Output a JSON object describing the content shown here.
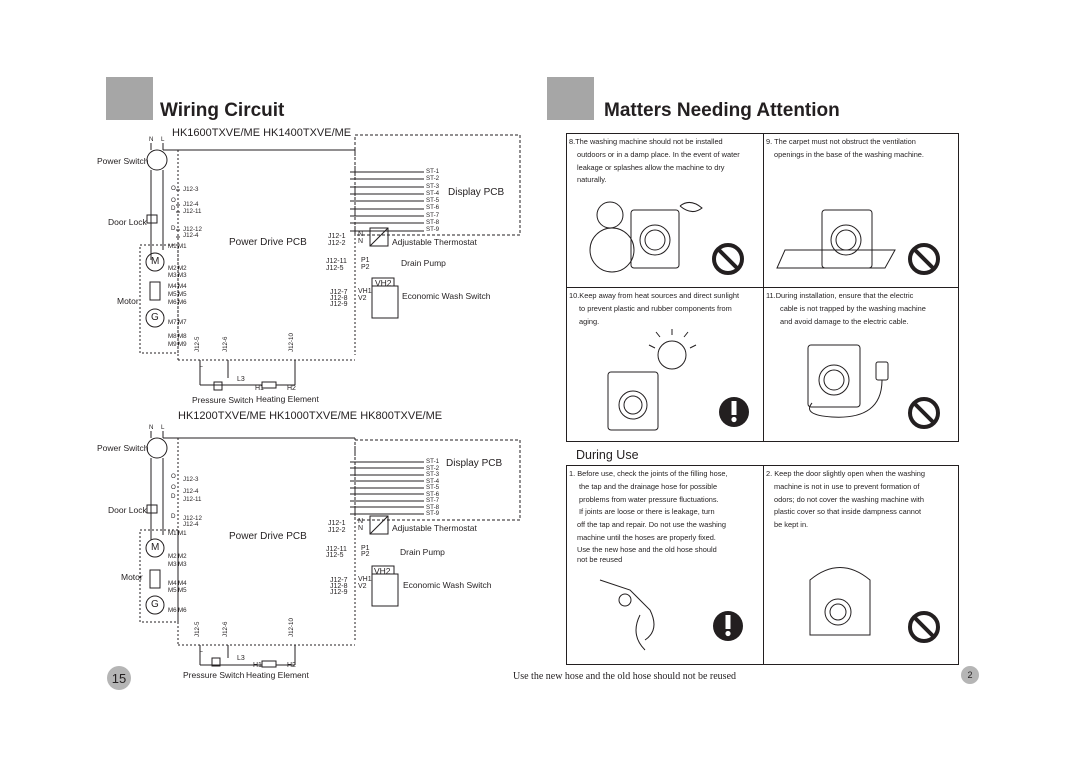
{
  "left": {
    "title": "Wiring Circuit",
    "page_number": "15",
    "diagram1": {
      "models": "HK1600TXVE/ME  HK1400TXVE/ME",
      "n": "N",
      "l": "L",
      "power_switch": "Power Switch",
      "door_lock": "Door Lock",
      "motor": "Motor",
      "m_letter": "M",
      "g_letter": "G",
      "pcb": "Power Drive PCB",
      "display_pcb": "Display PCB",
      "st_labels": [
        "ST-1",
        "ST-2",
        "ST-3",
        "ST-4",
        "ST-5",
        "ST-6",
        "ST-7",
        "ST-8",
        "ST-9"
      ],
      "j_left": [
        "J12-3",
        "J12-4",
        "J12-11",
        "J12-12",
        "J12-4"
      ],
      "o_labels": [
        "O",
        "O",
        "D",
        "D"
      ],
      "m_labels": [
        "M1",
        "M2",
        "M3",
        "M4",
        "M5",
        "M6",
        "M7",
        "M8",
        "M9"
      ],
      "m_right": [
        "M1",
        "M2",
        "M3",
        "M4",
        "M5",
        "M6",
        "M7",
        "M8",
        "M9"
      ],
      "thermo_j": [
        "J12-1",
        "J12-2"
      ],
      "thermo_n": [
        "N",
        "N"
      ],
      "adj_thermo": "Adjustable Thermostat",
      "pump_j": [
        "J12-11",
        "J12-5"
      ],
      "pump_p": [
        "P1",
        "P2"
      ],
      "drain_pump": "Drain Pump",
      "vh2": "VH2",
      "wash_j": [
        "J12-7",
        "J12-8",
        "J12-9"
      ],
      "wash_v": [
        "VH1",
        "V2"
      ],
      "econ": "Economic Wash Switch",
      "bottom_j": [
        "J12-5",
        "J12-6",
        "J12-10"
      ],
      "l1": "L",
      "l3": "L3",
      "h1": "H1",
      "h2": "H2",
      "pressure": "Pressure Switch",
      "heating": "Heating Element"
    },
    "diagram2": {
      "models": "HK1200TXVE/ME  HK1000TXVE/ME  HK800TXVE/ME",
      "n": "N",
      "l": "L",
      "power_switch": "Power Switch",
      "door_lock": "Door Lock",
      "motor": "Motor",
      "m_letter": "M",
      "g_letter": "G",
      "pcb": "Power Drive PCB",
      "display_pcb": "Display PCB",
      "st_labels": [
        "ST-1",
        "ST-2",
        "ST-3",
        "ST-4",
        "ST-5",
        "ST-6",
        "ST-7",
        "ST-8",
        "ST-9"
      ],
      "j_left": [
        "J12-3",
        "J12-4",
        "J12-11",
        "J12-12",
        "J12-4"
      ],
      "o_labels": [
        "O",
        "O",
        "D",
        "D"
      ],
      "m_labels": [
        "M1",
        "M2",
        "M3",
        "M4",
        "M5",
        "M6"
      ],
      "m_right": [
        "M1",
        "M2",
        "M3",
        "M4",
        "M5",
        "M6"
      ],
      "thermo_j": [
        "J12-1",
        "J12-2"
      ],
      "thermo_n": [
        "N",
        "N"
      ],
      "adj_thermo": "Adjustable Thermostat",
      "pump_j": [
        "J12-11",
        "J12-5"
      ],
      "pump_p": [
        "P1",
        "P2"
      ],
      "drain_pump": "Drain Pump",
      "vh2": "VH2",
      "wash_j": [
        "J12-7",
        "J12-8",
        "J12-9"
      ],
      "wash_v": [
        "VH1",
        "V2"
      ],
      "econ": "Economic Wash Switch",
      "bottom_j": [
        "J12-5",
        "J12-6",
        "J12-10"
      ],
      "l1": "L",
      "l3": "L3",
      "h1": "H1",
      "h2": "H2",
      "pressure": "Pressure Switch",
      "heating": "Heating Element"
    }
  },
  "right": {
    "title": "Matters Needing Attention",
    "page_number": "2",
    "footer": "Use the new hose and the old hose should not be reused",
    "during_use": "During Use",
    "cells_top": [
      {
        "lines": [
          "8.The washing machine should not be installed",
          "outdoors or in a damp place. In the event of water",
          "leakage or splashes allow the machine to dry",
          "naturally."
        ],
        "sign": "prohibit"
      },
      {
        "lines": [
          "9. The carpet must not obstruct the ventilation",
          "openings in the base of the washing machine."
        ],
        "sign": "prohibit"
      },
      {
        "lines": [
          "10.Keep away from heat sources and direct sunlight",
          "to prevent plastic and rubber components from",
          "aging."
        ],
        "sign": "warning"
      },
      {
        "lines": [
          "11.During installation, ensure that the electric",
          "cable is not trapped by the washing machine",
          "and avoid damage to the electric cable."
        ],
        "sign": "prohibit"
      }
    ],
    "cells_bottom": [
      {
        "lines": [
          "1. Before use, check the joints of the filling hose,",
          "the tap and the drainage hose for possible",
          "problems from water pressure fluctuations.",
          "If joints are loose or there is leakage, turn",
          "off the tap and repair. Do not use the washing",
          "machine until the hoses are properly fixed.",
          "Use the new hose and the old hose should",
          "not be reused"
        ],
        "sign": "warning"
      },
      {
        "lines": [
          "2. Keep the door slightly open when the washing",
          "machine is not in use to  prevent formation of",
          "odors; do not cover the washing machine with",
          "plastic cover   so that inside dampness cannot",
          "be kept in."
        ],
        "sign": "prohibit"
      }
    ]
  }
}
